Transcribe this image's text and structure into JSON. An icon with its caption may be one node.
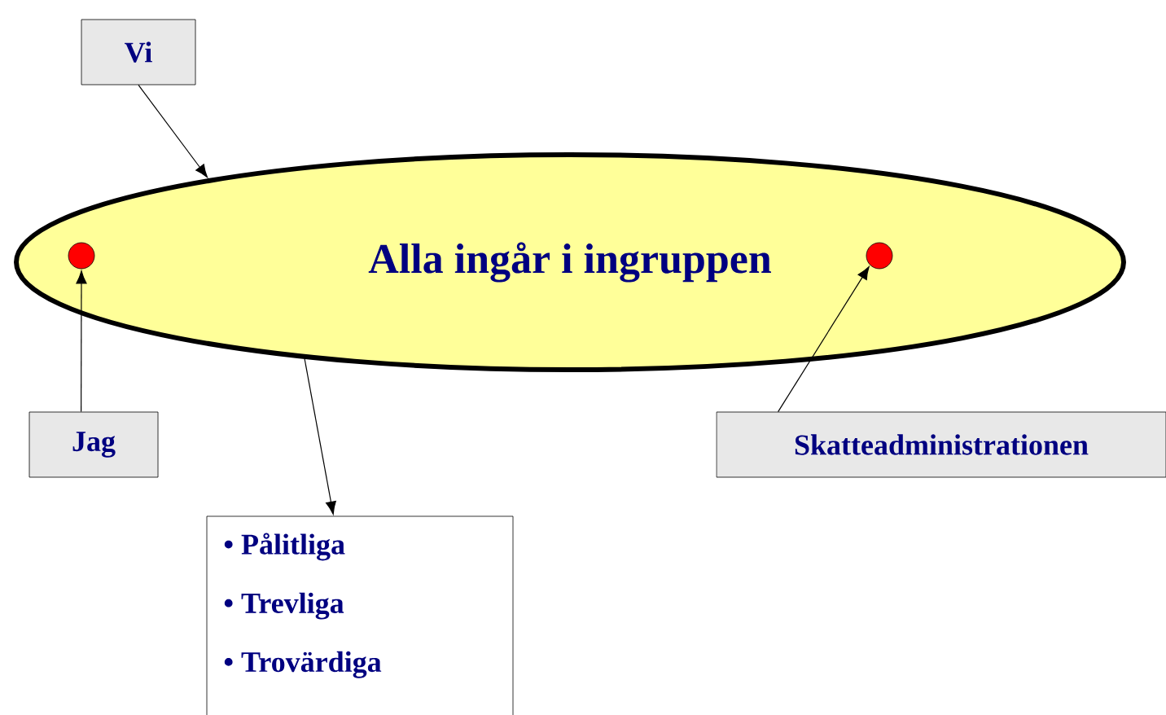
{
  "diagram": {
    "nodes": [
      {
        "text": [
          "Alla ingår i ingruppen"
        ]
      },
      {
        "text": [
          "Vi"
        ]
      },
      {
        "text": [],
        "shape": "circle",
        "in": 0
      },
      {
        "text": [],
        "shape": "circle",
        "in": 0
      },
      {
        "text": [
          "Jag"
        ]
      },
      {
        "text": [
          "Skatteadministrationen"
        ]
      },
      {
        "text": [
          "• Pålitliga",
          "• Trevliga",
          "• Trovärdiga"
        ]
      }
    ],
    "edges": [
      {
        "from": 1,
        "to": 0,
        "arrow": "to"
      },
      {
        "from": 4,
        "to": 2,
        "arrow": "to"
      },
      {
        "from": 5,
        "to": 3,
        "arrow": "to"
      },
      {
        "from": 0,
        "to": 6,
        "arrow": "to"
      }
    ]
  }
}
